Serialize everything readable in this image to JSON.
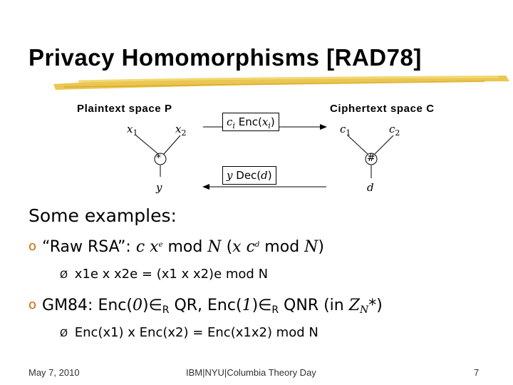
{
  "slide": {
    "title": "Privacy Homomorphisms [RAD78]",
    "underline_color": "#e8c040"
  },
  "diagram": {
    "plaintext_header": "Plaintext space P",
    "ciphertext_header": "Ciphertext space C",
    "p_x": "x",
    "p_sub1": "1",
    "p_sub2": "2",
    "c_c": "c",
    "op_plain": "*",
    "op_cipher": "#",
    "out_plain": "y",
    "out_cipher": "d",
    "enc_box": {
      "c": "c",
      "i": "i",
      "arrow": "",
      "func": " Enc(",
      "x": "x",
      "close": ")"
    },
    "dec_box": {
      "y": "y",
      "arrow": "",
      "func": " Dec(",
      "d": "d",
      "close": ")"
    }
  },
  "content": {
    "heading": "Some examples:",
    "item1": {
      "bullet": "o",
      "label": "“Raw RSA”: ",
      "c": "c",
      "arrow": "",
      "x": "x",
      "e": "e",
      "mod": " mod ",
      "N": "N",
      "paren_open": " (",
      "x2": "x",
      "arrow2": "",
      "c2": "c",
      "d": "d",
      "mod2": " mod ",
      "N2": "N",
      "paren_close": ")"
    },
    "sub1": {
      "bullet": "Ø",
      "text": " x1e x x2e = (x1 x x2)e mod N"
    },
    "item2": {
      "bullet": "o",
      "text_a": "GM84: Enc(",
      "zero": "0",
      "text_b": ")∈",
      "R1": "R",
      "text_c": " QR, Enc(",
      "one": "1",
      "text_d": ")∈",
      "R2": "R",
      "text_e": " QNR (in ",
      "Z": "Z",
      "Nsub": "N",
      "text_f": "*)"
    },
    "sub2": {
      "bullet": "Ø",
      "text": " Enc(x1) x Enc(x2) = Enc(x1x2) mod N"
    }
  },
  "footer": {
    "date": "May 7, 2010",
    "center": "IBM|NYU|Columbia Theory Day",
    "page": "7"
  }
}
